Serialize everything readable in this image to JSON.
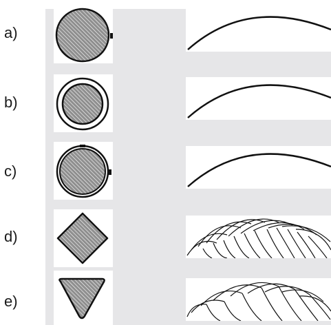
{
  "rows": [
    {
      "label": "a)",
      "shape": "solid-disc",
      "path": "single-arc"
    },
    {
      "label": "b)",
      "shape": "disc-with-separated-ring",
      "path": "single-arc"
    },
    {
      "label": "c)",
      "shape": "disc-with-close-ring",
      "path": "single-arc"
    },
    {
      "label": "d)",
      "shape": "square-rotated-45",
      "path": "overlapping-arc-traces"
    },
    {
      "label": "e)",
      "shape": "rounded-triangle",
      "path": "overlapping-arc-traces"
    }
  ],
  "colors": {
    "panel_background": "#e6e6e8",
    "shape_fill": "#8f8f8f",
    "hatch": "#ffffff",
    "outline": "#111111"
  }
}
